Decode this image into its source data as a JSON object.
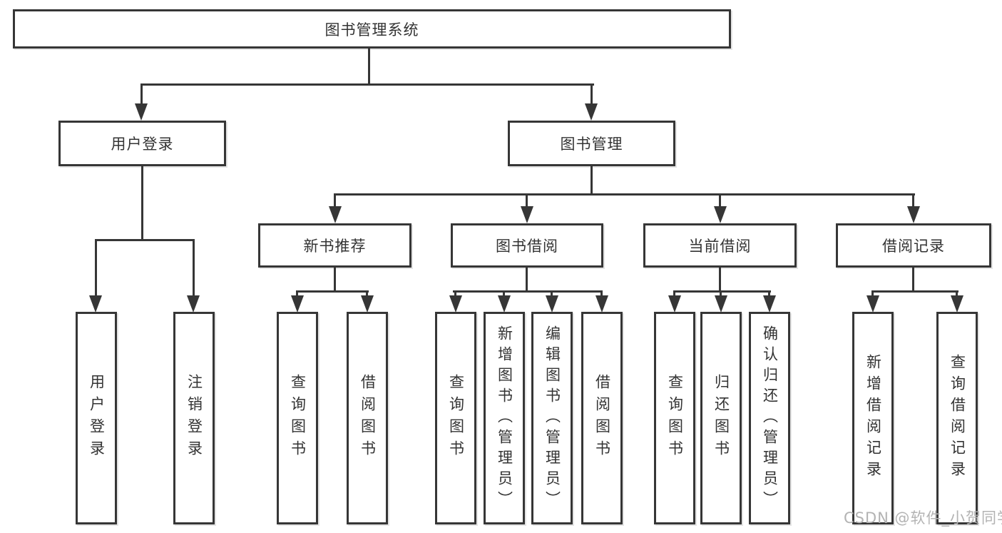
{
  "tree": {
    "root": {
      "label": "图书管理系统"
    },
    "branches": [
      {
        "label": "用户登录",
        "leaves": [
          {
            "label": "用户登录"
          },
          {
            "label": "注销登录"
          }
        ]
      },
      {
        "label": "图书管理",
        "groups": [
          {
            "label": "新书推荐",
            "leaves": [
              {
                "label": "查询图书"
              },
              {
                "label": "借阅图书"
              }
            ]
          },
          {
            "label": "图书借阅",
            "leaves": [
              {
                "label": "查询图书"
              },
              {
                "label": "新增图书（管理员）"
              },
              {
                "label": "编辑图书（管理员）"
              },
              {
                "label": "借阅图书"
              }
            ]
          },
          {
            "label": "当前借阅",
            "leaves": [
              {
                "label": "查询图书"
              },
              {
                "label": "归还图书"
              },
              {
                "label": "确认归还（管理员）"
              }
            ]
          },
          {
            "label": "借阅记录",
            "leaves": [
              {
                "label": "新增借阅记录"
              },
              {
                "label": "查询借阅记录"
              }
            ]
          }
        ]
      }
    ]
  },
  "watermark": {
    "text": "CSDN @软件_小贺同学"
  },
  "colors": {
    "line": "#363636",
    "text": "#333333",
    "background": "#ffffff",
    "watermark": "#b3b3b3"
  }
}
